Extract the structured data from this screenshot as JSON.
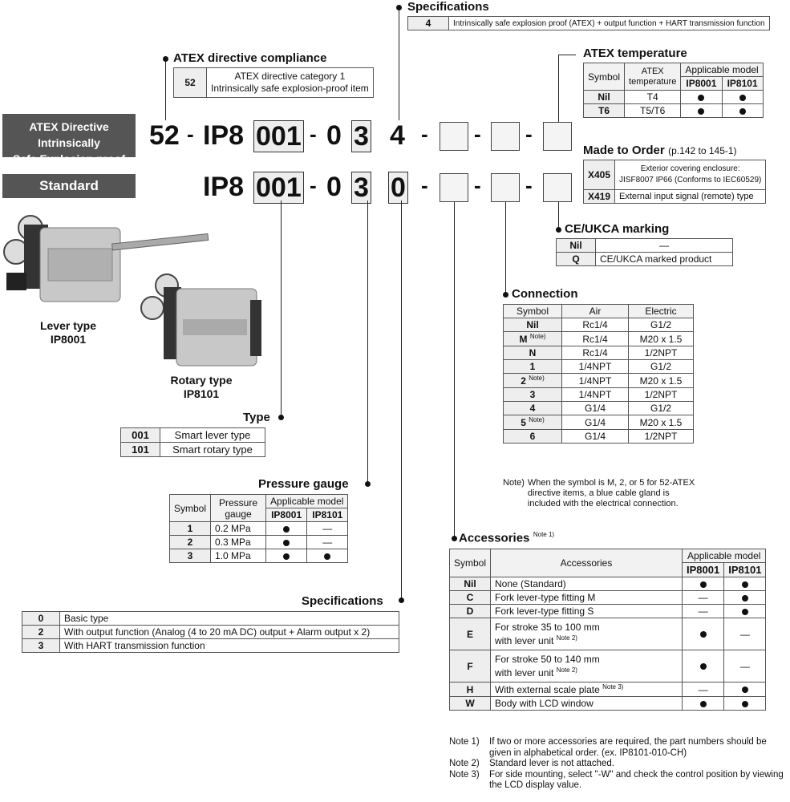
{
  "labels": {
    "atex_directive_line1": "ATEX Directive Intrinsically",
    "atex_directive_line2": "Safe Explosion proof",
    "standard": "Standard",
    "lever_type": "Lever type",
    "lever_model": "IP8001",
    "rotary_type": "Rotary type",
    "rotary_model": "IP8101"
  },
  "code_atex": {
    "prefix": "52",
    "ip": "IP8",
    "model": "001",
    "d1": "0",
    "d2": "3",
    "d3": "4"
  },
  "code_std": {
    "ip": "IP8",
    "model": "001",
    "d1": "0",
    "d2": "3",
    "d3": "0"
  },
  "specifications_top": {
    "title": "Specifications",
    "symbol": "4",
    "description": "Intrinsically safe explosion proof (ATEX) + output function + HART transmission function"
  },
  "atex_compliance": {
    "title": "ATEX directive compliance",
    "symbol": "52",
    "line1": "ATEX directive category 1",
    "line2": "Intrinsically safe explosion-proof item"
  },
  "atex_temperature": {
    "title": "ATEX temperature",
    "headers": {
      "symbol": "Symbol",
      "temp": "ATEX temperature",
      "applicable": "Applicable model",
      "m1": "IP8001",
      "m2": "IP8101"
    },
    "rows": [
      {
        "symbol": "Nil",
        "temp": "T4"
      },
      {
        "symbol": "T6",
        "temp": "T5/T6"
      }
    ]
  },
  "made_to_order": {
    "title": "Made to Order",
    "ref": "(p.142 to 145-1)",
    "rows": [
      {
        "symbol": "X405",
        "line1": "Exterior covering enclosure:",
        "line2": "JISF8007 IP66 (Conforms to IEC60529)"
      },
      {
        "symbol": "X419",
        "line1": "External input signal (remote) type"
      }
    ]
  },
  "ce_marking": {
    "title": "CE/UKCA marking",
    "rows": [
      {
        "symbol": "Nil",
        "desc": "—"
      },
      {
        "symbol": "Q",
        "desc": "CE/UKCA marked product"
      }
    ]
  },
  "connection": {
    "title": "Connection",
    "headers": {
      "symbol": "Symbol",
      "air": "Air",
      "electric": "Electric"
    },
    "rows": [
      {
        "symbol": "Nil",
        "note": "",
        "air": "Rc1/4",
        "electric": "G1/2"
      },
      {
        "symbol": "M",
        "note": "Note)",
        "air": "Rc1/4",
        "electric": "M20 x 1.5"
      },
      {
        "symbol": "N",
        "note": "",
        "air": "Rc1/4",
        "electric": "1/2NPT"
      },
      {
        "symbol": "1",
        "note": "",
        "air": "1/4NPT",
        "electric": "G1/2"
      },
      {
        "symbol": "2",
        "note": "Note)",
        "air": "1/4NPT",
        "electric": "M20 x 1.5"
      },
      {
        "symbol": "3",
        "note": "",
        "air": "1/4NPT",
        "electric": "1/2NPT"
      },
      {
        "symbol": "4",
        "note": "",
        "air": "G1/4",
        "electric": "G1/2"
      },
      {
        "symbol": "5",
        "note": "Note)",
        "air": "G1/4",
        "electric": "M20 x 1.5"
      },
      {
        "symbol": "6",
        "note": "",
        "air": "G1/4",
        "electric": "1/2NPT"
      }
    ],
    "note_label": "Note)",
    "note_text": "When the symbol is M, 2, or 5 for 52-ATEX directive items, a blue cable gland is included with the electrical connection."
  },
  "type": {
    "title": "Type",
    "rows": [
      {
        "symbol": "001",
        "desc": "Smart lever type"
      },
      {
        "symbol": "101",
        "desc": "Smart rotary type"
      }
    ]
  },
  "pressure_gauge": {
    "title": "Pressure gauge",
    "headers": {
      "symbol": "Symbol",
      "gauge": "Pressure gauge",
      "applicable": "Applicable model",
      "m1": "IP8001",
      "m2": "IP8101"
    },
    "rows": [
      {
        "symbol": "1",
        "value": "0.2 MPa",
        "m1": "dot",
        "m2": "—"
      },
      {
        "symbol": "2",
        "value": "0.3 MPa",
        "m1": "dot",
        "m2": "—"
      },
      {
        "symbol": "3",
        "value": "1.0 MPa",
        "m1": "dot",
        "m2": "dot"
      }
    ]
  },
  "specifications_bottom": {
    "title": "Specifications",
    "rows": [
      {
        "symbol": "0",
        "desc": "Basic type"
      },
      {
        "symbol": "2",
        "desc": "With output function (Analog (4 to 20 mA DC) output + Alarm output x 2)"
      },
      {
        "symbol": "3",
        "desc": "With HART transmission function"
      }
    ]
  },
  "accessories": {
    "title": "Accessories",
    "title_note": "Note 1)",
    "headers": {
      "symbol": "Symbol",
      "acc": "Accessories",
      "applicable": "Applicable model",
      "m1": "IP8001",
      "m2": "IP8101"
    },
    "rows": [
      {
        "symbol": "Nil",
        "l1": "None (Standard)",
        "l2": "",
        "n": "",
        "m1": "dot",
        "m2": "dot"
      },
      {
        "symbol": "C",
        "l1": "Fork lever-type fitting M",
        "l2": "",
        "n": "",
        "m1": "—",
        "m2": "dot"
      },
      {
        "symbol": "D",
        "l1": "Fork lever-type fitting S",
        "l2": "",
        "n": "",
        "m1": "—",
        "m2": "dot"
      },
      {
        "symbol": "E",
        "l1": "For stroke 35 to 100 mm",
        "l2": "with lever unit",
        "n": "Note 2)",
        "m1": "dot",
        "m2": "—"
      },
      {
        "symbol": "F",
        "l1": "For stroke 50 to 140 mm",
        "l2": "with lever unit",
        "n": "Note 2)",
        "m1": "dot",
        "m2": "—"
      },
      {
        "symbol": "H",
        "l1": "With external scale plate",
        "l2": "",
        "n": "Note 3)",
        "m1": "—",
        "m2": "dot"
      },
      {
        "symbol": "W",
        "l1": "Body with LCD window",
        "l2": "",
        "n": "",
        "m1": "dot",
        "m2": "dot"
      }
    ],
    "notes": [
      {
        "label": "Note 1)",
        "text": "If two or more accessories are required, the part numbers should be given in alphabetical order. (ex. IP8101-010-CH)"
      },
      {
        "label": "Note 2)",
        "text": "Standard lever is not attached."
      },
      {
        "label": "Note 3)",
        "text": "For side mounting, select \"-W\" and check the control position by viewing the LCD display value."
      }
    ]
  }
}
